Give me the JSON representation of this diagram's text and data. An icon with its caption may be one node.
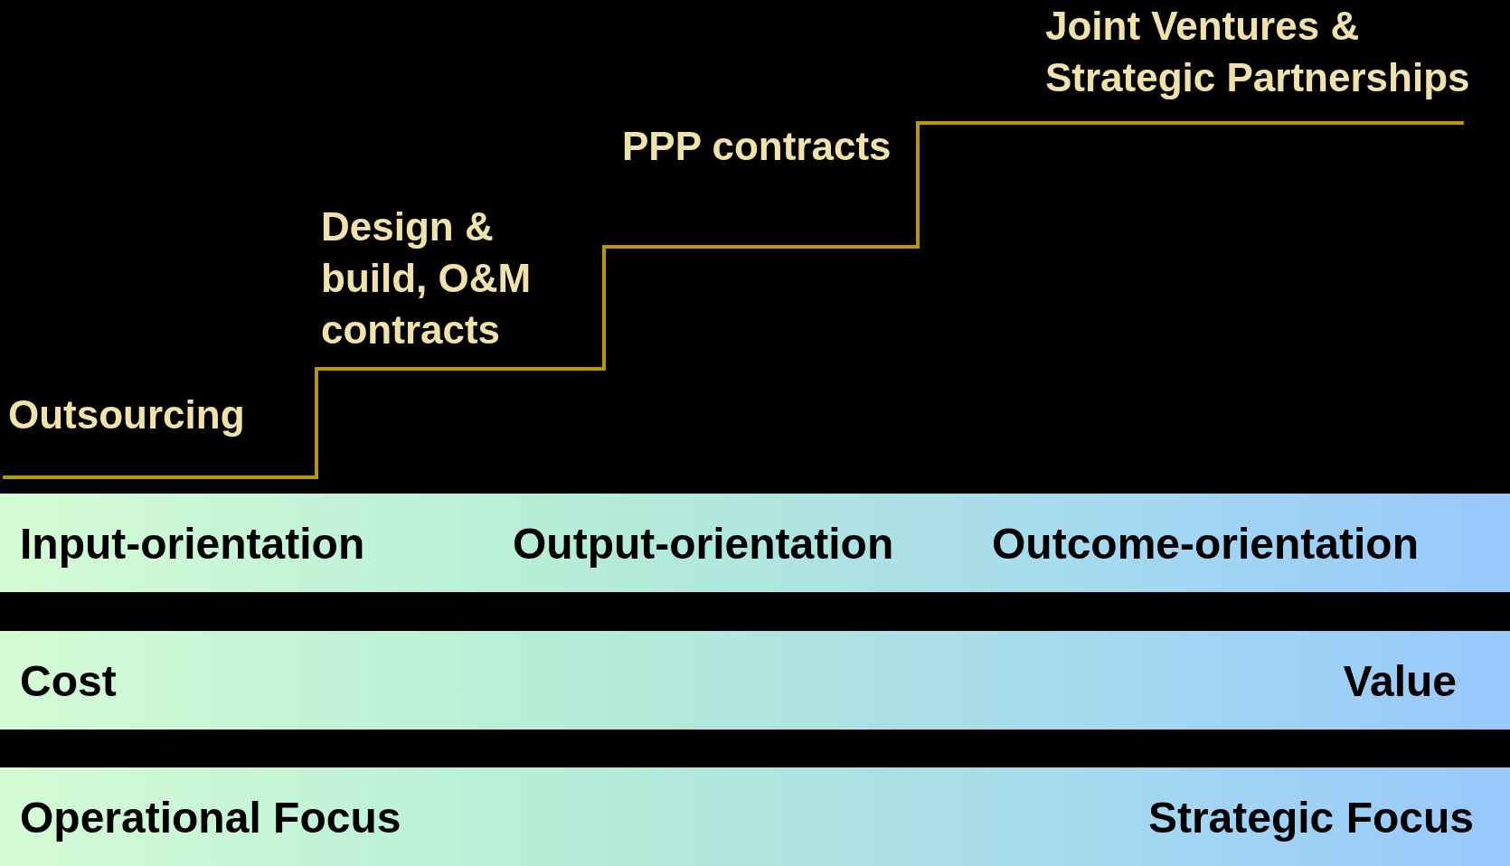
{
  "diagram": {
    "nodes": [
      {
        "text": [
          "Input-orientation",
          "Output-orientation",
          "Outcome-orientation"
        ]
      },
      {
        "text": [
          "Cost",
          "Value"
        ]
      },
      {
        "text": [
          "Operational Focus",
          "Strategic Focus"
        ]
      }
    ],
    "labels": [
      "Joint Ventures & Strategic Partnerships",
      "PPP contracts",
      "Design & build, O&M contracts",
      "Outsourcing"
    ]
  }
}
